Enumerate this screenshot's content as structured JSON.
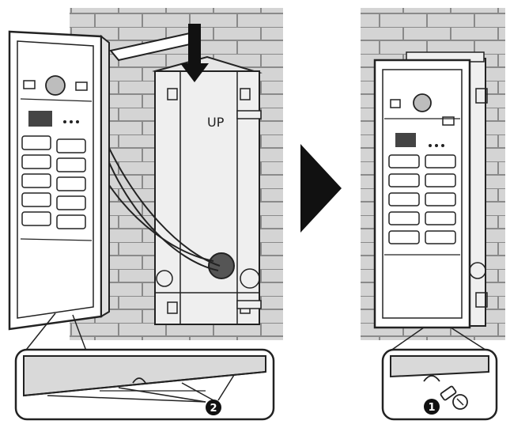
{
  "labels": {
    "up_mark": "UP",
    "callout_2": "2",
    "callout_1": "1"
  },
  "colors": {
    "wall": "#d4d4d4",
    "brick_line": "#8a8a8a",
    "line": "#222222",
    "arrow": "#111111",
    "panel_fill": "#ffffff",
    "box_fill": "#efefef"
  },
  "icons": {
    "step_arrow": "right-triangle-arrow",
    "insert_arrow": "bent-down-arrow"
  }
}
